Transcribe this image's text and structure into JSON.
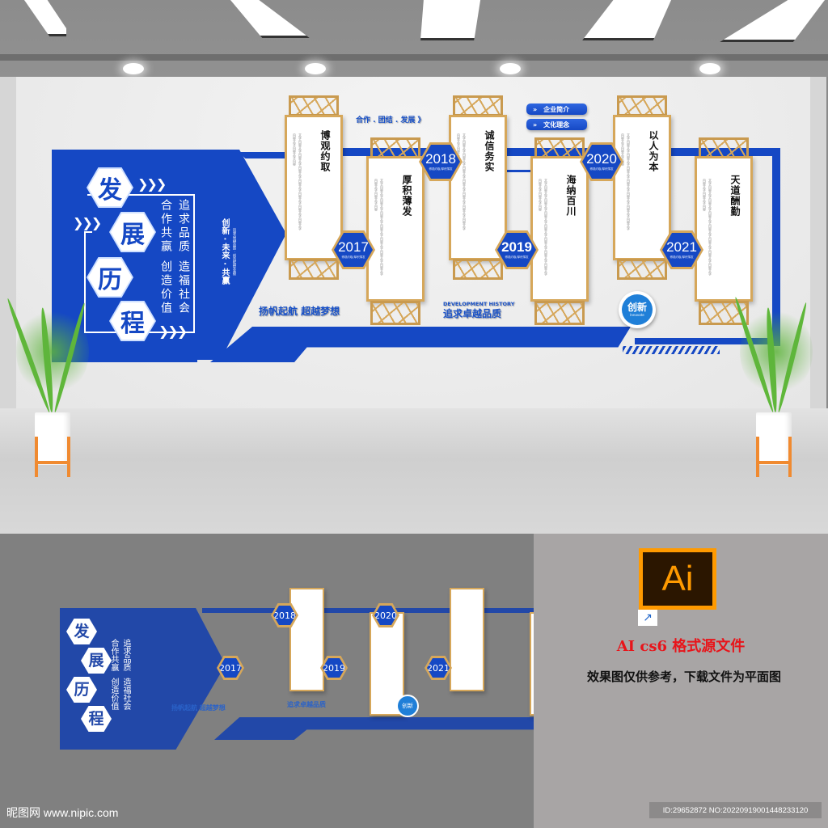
{
  "wall": {
    "main_title_chars": [
      "发",
      "展",
      "历",
      "程"
    ],
    "motto_col1": "追求品质",
    "motto_col2": "合作共赢",
    "motto_col3": "造福社会",
    "motto_col4": "创造价值",
    "side_slogan": "创新 · 未来 · 共赢",
    "side_small": "追求卓越品质 · 创造辉煌业绩",
    "top_slogan": "合作 . 团结 . 发展 》",
    "bottom_slogan_left": "扬帆起航 超越梦想",
    "dev_history_en": "DEVELOPMENT HISTORY",
    "dev_history_cn": "追求卓越品质",
    "nav_buttons": [
      {
        "label": "企业简介"
      },
      {
        "label": "文化理念"
      }
    ],
    "innovate_badge": {
      "cn": "创新",
      "en": "Innovate"
    },
    "cards": [
      {
        "title": "博观约取"
      },
      {
        "title": "厚积薄发"
      },
      {
        "title": "诚信务实"
      },
      {
        "title": "海纳百川"
      },
      {
        "title": "以人为本"
      },
      {
        "title": "天道酬勤"
      }
    ],
    "years": [
      {
        "year": "2017",
        "sub": "博观约取/厚积薄发"
      },
      {
        "year": "2018",
        "sub": "博观约取/厚积薄发"
      },
      {
        "year": "2019",
        "sub": "博观约取/厚积薄发"
      },
      {
        "year": "2020",
        "sub": "博观约取/厚积薄发"
      },
      {
        "year": "2021",
        "sub": "博观约取/厚积薄发"
      }
    ],
    "card_body_placeholder": "文字内容文字内容文字内容文字内容文字内容文字内容文字内容文字内容文字内容文字内容"
  },
  "info": {
    "app_icon_label": "Ai",
    "format_text": "AI cs6 格式源文件",
    "notice_text": "效果图仅供参考，下载文件为平面图",
    "format_color": "#e8141a"
  },
  "footer": {
    "watermark": "昵图网 www.nipic.com",
    "id_text": "ID:29652872 NO:20220919001448233120"
  }
}
